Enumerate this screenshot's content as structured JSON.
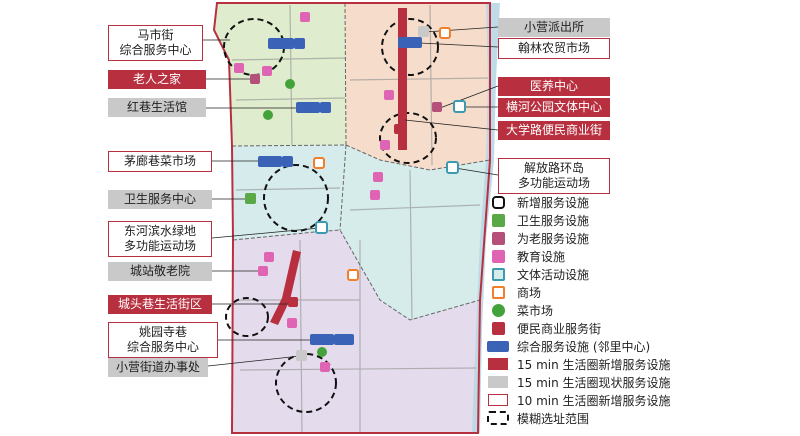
{
  "labels": {
    "mashijie": "马市街\n综合服务中心",
    "laoren": "老人之家",
    "hongxiang": "红巷生活馆",
    "maolian": "茅廊巷菜市场",
    "weisheng": "卫生服务中心",
    "donghe": "东河滨水绿地\n多功能运动场",
    "chengzhan": "城站敬老院",
    "chengtou": "城头巷生活街区",
    "yaoyuan": "姚园寺巷\n综合服务中心",
    "xiaoying_office": "小营街道办事处",
    "paichusuo": "小营派出所",
    "hanlin": "翰林农贸市场",
    "yiyang": "医养中心",
    "henghe": "横河公园文体中心",
    "daxuelu": "大学路便民商业街",
    "jiefang": "解放路环岛\n多功能运动场"
  },
  "legend": [
    {
      "symbol": "new-facility",
      "text": "新增服务设施"
    },
    {
      "symbol": "health",
      "text": "卫生服务设施"
    },
    {
      "symbol": "elderly",
      "text": "为老服务设施"
    },
    {
      "symbol": "education",
      "text": "教育设施"
    },
    {
      "symbol": "culture-sports",
      "text": "文体活动设施"
    },
    {
      "symbol": "shopping",
      "text": "商场"
    },
    {
      "symbol": "vegetable-market",
      "text": "菜市场"
    },
    {
      "symbol": "commercial-street",
      "text": "便民商业服务街"
    },
    {
      "symbol": "integrated",
      "text": "综合服务设施 (邻里中心)"
    },
    {
      "symbol": "new-15min",
      "text": "15 min 生活圈新增服务设施"
    },
    {
      "symbol": "existing-15min",
      "text": "15 min 生活圈现状服务设施"
    },
    {
      "symbol": "new-10min",
      "text": "10 min 生活圈新增服务设施"
    },
    {
      "symbol": "fuzzy-range",
      "text": "模糊选址范围"
    }
  ],
  "colors": {
    "health": "#5aa846",
    "elderly": "#b4507a",
    "education": "#e064b4",
    "culture": "#3b9ab0",
    "shopping": "#f07e2a",
    "market": "#43a33a",
    "commercial": "#b8303f",
    "integrated": "#3a63b8",
    "existing": "#c9c9c9"
  }
}
